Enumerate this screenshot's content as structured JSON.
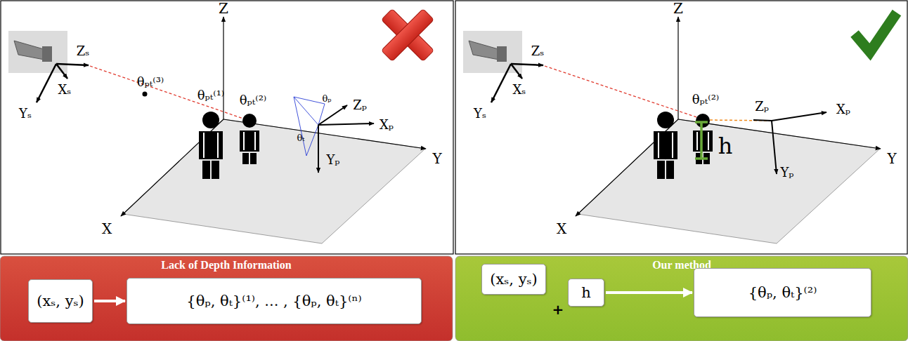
{
  "diagram": {
    "nodes": [
      {
        "text": [
          "Lack of Depth Information"
        ]
      },
      {
        "text": [
          "(xₛ, yₛ)"
        ],
        "in": 0
      },
      {
        "text": [
          "{θₚ, θₜ}⁽¹⁾, ... , {θₚ, θₜ}⁽ⁿ⁾"
        ],
        "in": 0
      },
      {
        "text": [
          "Our method"
        ]
      },
      {
        "text": [
          "(xₛ, yₛ)"
        ],
        "in": 3
      },
      {
        "text": [
          "h"
        ],
        "in": 3
      },
      {
        "text": [
          "{θₚ, θₜ}⁽²⁾"
        ],
        "in": 3
      }
    ],
    "edges": [
      {
        "from": 1,
        "to": 2,
        "arrow": "to"
      },
      {
        "from": 5,
        "to": 6,
        "arrow": "to"
      }
    ],
    "labels": [
      "Z",
      "X",
      "Y",
      "Zₛ",
      "Xₛ",
      "Yₛ",
      "θₚₜ⁽³⁾",
      "θₚₜ⁽¹⁾",
      "θₚₜ⁽²⁾",
      "θₚ",
      "θₜ",
      "Zₚ",
      "Xₚ",
      "Yₚ",
      "Z",
      "X",
      "Y",
      "Zₛ",
      "Xₛ",
      "Yₛ",
      "θₚₜ⁽²⁾",
      "Zₚ",
      "Xₚ",
      "Yₚ",
      "h",
      "+"
    ]
  }
}
